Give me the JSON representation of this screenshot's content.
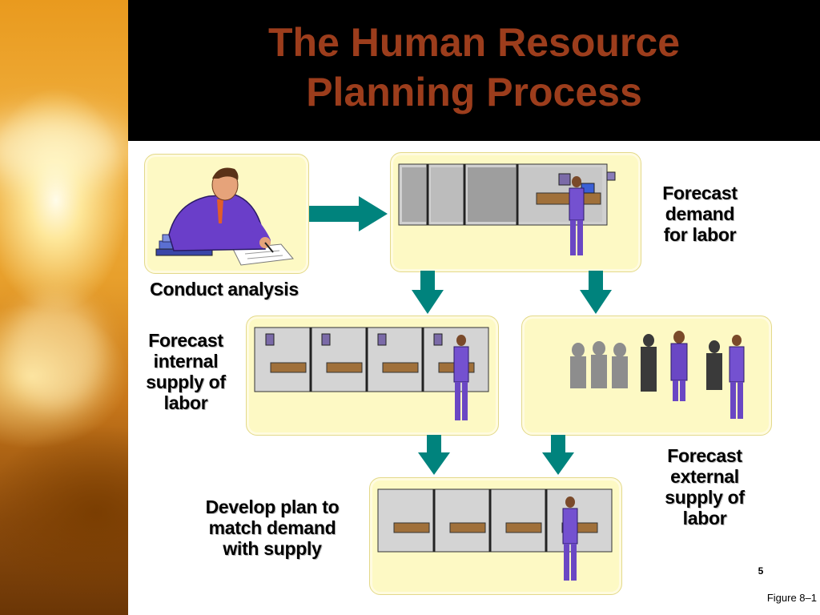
{
  "slide": {
    "title_line1": "The Human Resource",
    "title_line2": "Planning Process",
    "page_number": "5",
    "figure_label": "Figure 8–1"
  },
  "diagram": {
    "steps": [
      {
        "id": "conduct-analysis",
        "label": "Conduct analysis"
      },
      {
        "id": "forecast-demand",
        "label_lines": [
          "Forecast",
          "demand",
          "for labor"
        ]
      },
      {
        "id": "forecast-internal",
        "label_lines": [
          "Forecast",
          "internal",
          "supply of",
          "labor"
        ]
      },
      {
        "id": "forecast-external",
        "label_lines": [
          "Forecast",
          "external",
          "supply of",
          "labor"
        ]
      },
      {
        "id": "develop-plan",
        "label_lines": [
          "Develop plan to",
          "match demand",
          "with supply"
        ]
      }
    ],
    "arrow_color": "#00837d",
    "panel_color": "#fdf9c4",
    "title_color": "#9c3d1c"
  }
}
